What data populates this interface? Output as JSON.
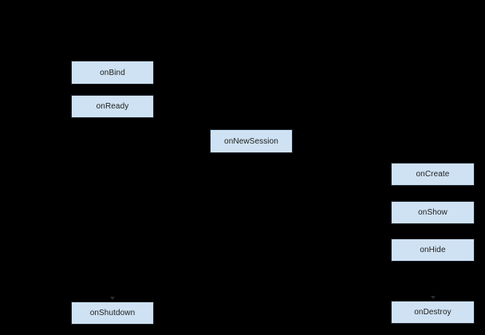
{
  "diagram": {
    "description": "Service lifecycle flow diagram on black background",
    "colors": {
      "background": "#000000",
      "node_fill": "#cfe2f3",
      "node_border": "#1c232b",
      "node_text": "#202020"
    },
    "nodes": [
      {
        "id": "onBind",
        "label": "onBind"
      },
      {
        "id": "onReady",
        "label": "onReady"
      },
      {
        "id": "onNewSession",
        "label": "onNewSession"
      },
      {
        "id": "onCreate",
        "label": "onCreate"
      },
      {
        "id": "onShow",
        "label": "onShow"
      },
      {
        "id": "onHide",
        "label": "onHide"
      },
      {
        "id": "onShutdown",
        "label": "onShutdown"
      },
      {
        "id": "onDestroy",
        "label": "onDestroy"
      }
    ]
  }
}
